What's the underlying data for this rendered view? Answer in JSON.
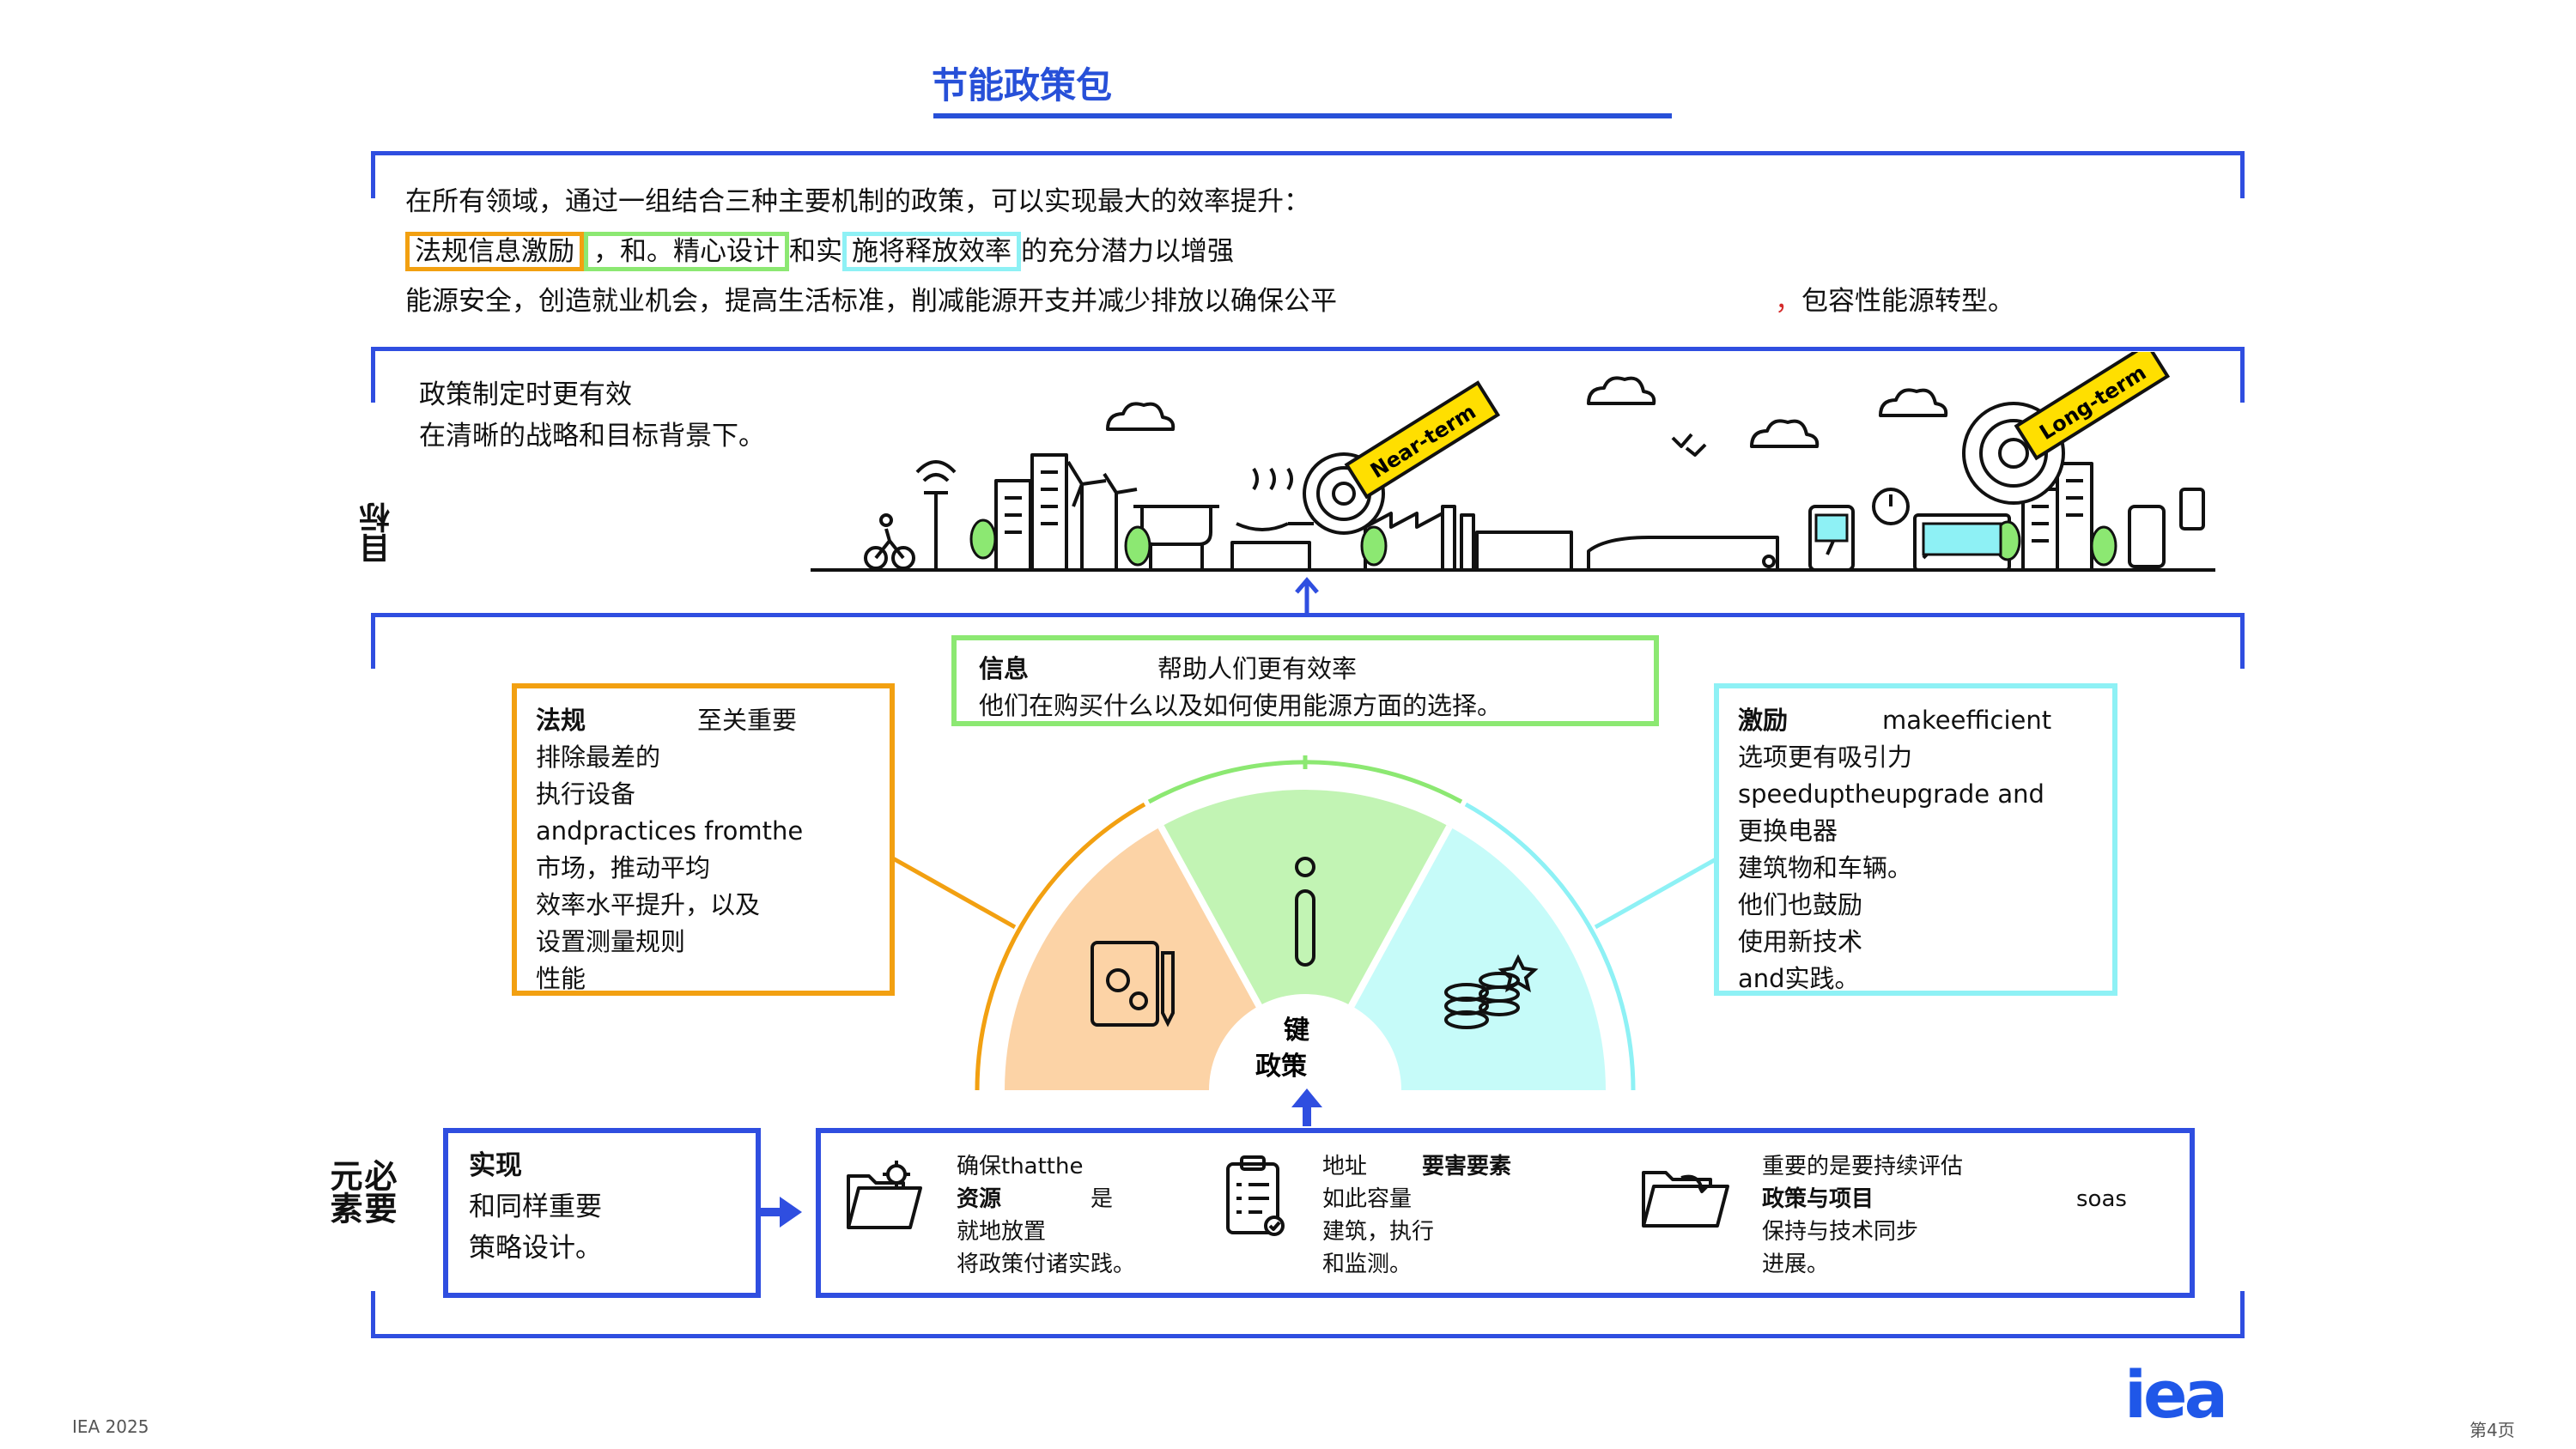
{
  "title": "节能政策包",
  "intro": {
    "line1": "在所有领域，通过一组结合三种主要机制的政策，可以实现最大的效率提升：",
    "kw_regulation": "法规信息激励",
    "kw_info": "，和。精心设计",
    "line2_mid": "和实",
    "kw_incentive": "施将释放效率",
    "line2_end": "的充分潜力以增强",
    "line3_a": "能源安全，创造就业机会，提高生活标准，削减能源开支并减少排放以确保公平",
    "line3_comma": "，",
    "line3_b": "包容性能源转型。"
  },
  "targets": {
    "label": "目标",
    "text1": "政策制定时更有效",
    "text2": "在清晰的战略和目标背景下。",
    "near_term": "Near-term",
    "long_term": "Long-term"
  },
  "regulation": {
    "title": "法规",
    "lines": [
      "至关重要",
      "排除最差的",
      "执行设备",
      "andpractices fromthe",
      "市场，推动平均",
      "效率水平提升，以及",
      "设置测量规则",
      "性能"
    ]
  },
  "information": {
    "title": "信息",
    "lines": [
      "帮助人们更有效率",
      "他们在购买什么以及如何使用能源方面的选择。"
    ]
  },
  "incentives": {
    "title": "激励",
    "lines": [
      "makeefficient",
      "选项更有吸引力",
      "speeduptheupgrade and",
      "更换电器",
      "建筑物和车辆。",
      "他们也鼓励",
      "使用新技术",
      "and实践。"
    ]
  },
  "key_policies": {
    "line1": "键",
    "line2": "政策"
  },
  "enablers": {
    "label_line1": "必要",
    "label_line2": "元素",
    "intro_title": "实现",
    "intro_lines": [
      "和同样重要",
      "策略设计。"
    ],
    "items": [
      {
        "icon": "folder-gear-icon",
        "lines": [
          "确保thatthe",
          "资源",
          "是",
          "就地放置",
          "将政策付诸实践。"
        ]
      },
      {
        "icon": "checklist-icon",
        "lines": [
          "地址",
          "要害要素",
          "如此容量",
          "建筑，执行",
          "和监测。"
        ]
      },
      {
        "icon": "folder-arrow-icon",
        "lines": [
          "重要的是要持续评估",
          "政策与项目",
          "soas",
          "保持与技术同步",
          "进展。"
        ]
      }
    ]
  },
  "footer": {
    "left": "IEA 2025",
    "right": "第4页",
    "logo": "iea"
  },
  "colors": {
    "blue": "#2f4ee0",
    "regulation": "#f2a011",
    "information": "#8ce872",
    "incentives": "#8ef1f5",
    "reg_fill": "#fcd3a6",
    "info_fill": "#c2f4b4",
    "inc_fill": "#c6fbf9"
  }
}
